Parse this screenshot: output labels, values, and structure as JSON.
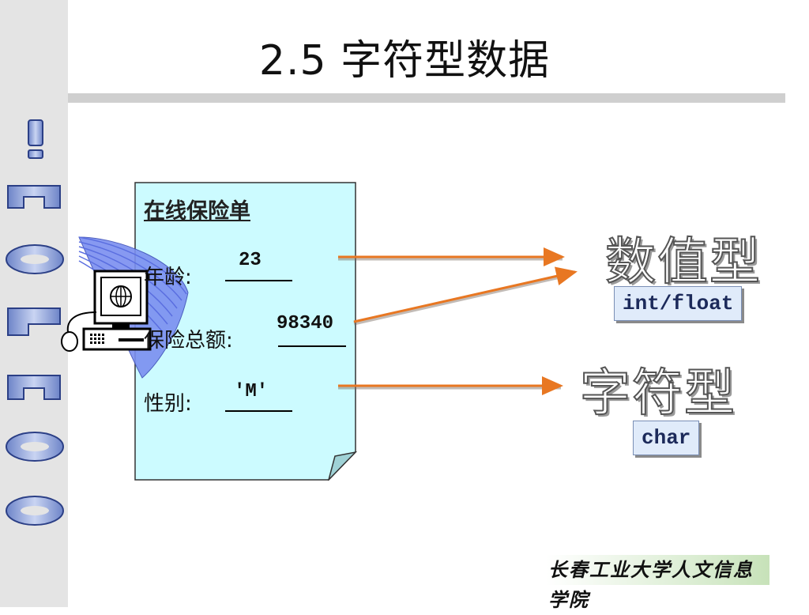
{
  "slide": {
    "title": "2.5 字符型数据"
  },
  "form": {
    "title": "在线保险单",
    "fields": [
      {
        "label": "年龄:",
        "value": "23"
      },
      {
        "label": "保险总额:",
        "value": "98340"
      },
      {
        "label": "性别:",
        "value": "'M'"
      }
    ]
  },
  "types": {
    "numeric": {
      "name": "数值型",
      "code": "int/float"
    },
    "character": {
      "name": "字符型",
      "code": "char"
    }
  },
  "footer": {
    "institution": "长春工业大学人文信息学院"
  },
  "icons": {
    "computer": "computer-icon",
    "globe": "globe-icon",
    "arrow_color": "#e87722"
  }
}
